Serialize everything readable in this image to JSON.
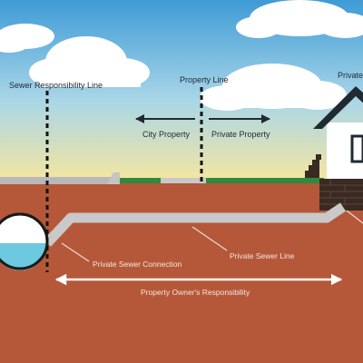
{
  "labels": {
    "sewer_responsibility_line": "Sewer Responsibility Line",
    "property_line": "Property Line",
    "private_top_right": "Private",
    "city_property": "City Property",
    "private_property": "Private Property",
    "private_sewer_connection": "Private Sewer Connection",
    "private_sewer_line": "Private Sewer Line",
    "property_owners_responsibility": "Property Owner's Responsibility"
  },
  "colors": {
    "sky_top": "#3e9bd6",
    "sky_mid": "#a9d6e8",
    "sky_bottom": "#f4e6a0",
    "soil": "#b5583a",
    "pipe": "#c9c9c9",
    "grass": "#2f8a3c",
    "water": "#6cc9df",
    "brick": "#3a2a22",
    "house_wall": "#ffffff",
    "roof": "#1f2a33"
  }
}
